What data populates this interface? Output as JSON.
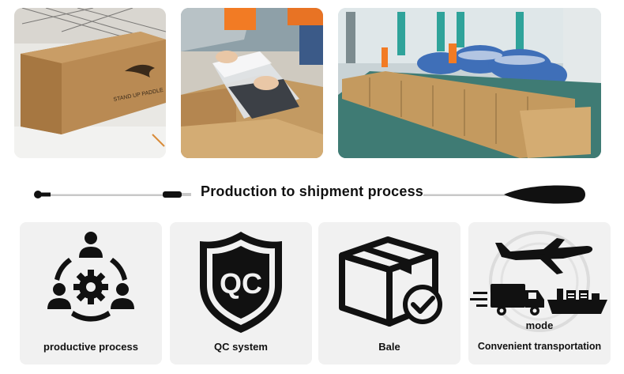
{
  "photos": {
    "box_print": "STAND UP PADDLE"
  },
  "banner": {
    "title": "Production to shipment process"
  },
  "cards": [
    {
      "label": "productive process",
      "icon": "team-gear-icon"
    },
    {
      "label": "QC system",
      "icon": "qc-shield-icon",
      "icon_text": "QC"
    },
    {
      "label": "Bale",
      "icon": "box-check-icon"
    },
    {
      "label": "Convenient transportation",
      "label_top": "mode",
      "icon": "transport-icon"
    }
  ]
}
